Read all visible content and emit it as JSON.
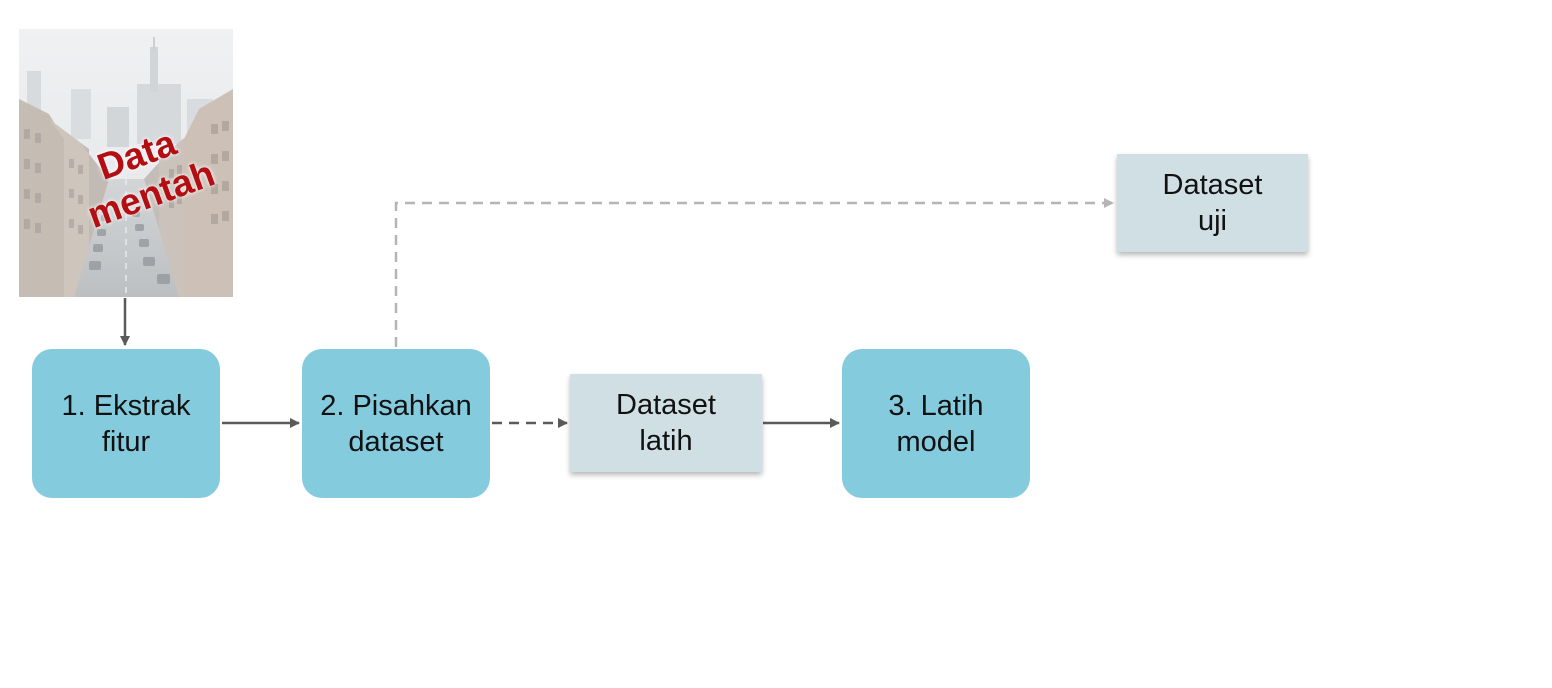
{
  "raw_data": {
    "label_line1": "Data",
    "label_line2": "mentah"
  },
  "steps": [
    {
      "line1": "1. Ekstrak",
      "line2": "fitur"
    },
    {
      "line1": "2. Pisahkan",
      "line2": "dataset"
    },
    {
      "line1": "3. Latih",
      "line2": "model"
    }
  ],
  "datasets": {
    "train": {
      "line1": "Dataset",
      "line2": "latih"
    },
    "test": {
      "line1": "Dataset",
      "line2": "uji"
    }
  },
  "colors": {
    "process_fill": "#85cbde",
    "dataset_fill": "#d0dfe3",
    "raw_label": "#b40d12",
    "arrow_solid": "#5a5a5a",
    "arrow_dashed_light": "#b5b5b5"
  }
}
